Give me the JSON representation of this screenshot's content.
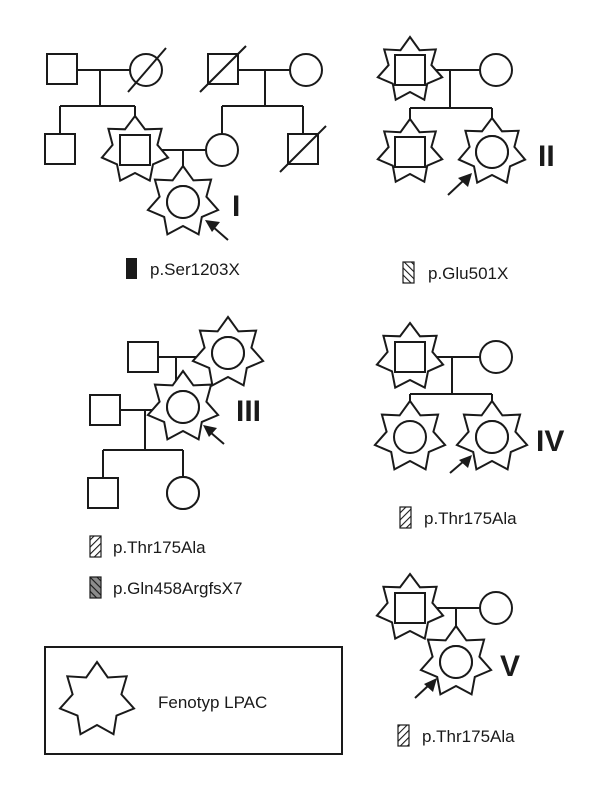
{
  "families": [
    {
      "id": "I",
      "numeral": "I"
    },
    {
      "id": "II",
      "numeral": "II"
    },
    {
      "id": "III",
      "numeral": "III"
    },
    {
      "id": "IV",
      "numeral": "IV"
    },
    {
      "id": "V",
      "numeral": "V"
    }
  ],
  "legend": {
    "ser1203x": "p.Ser1203X",
    "glu501x": "p.Glu501X",
    "thr175ala_iii": "p.Thr175Ala",
    "gln458": "p.Gln458ArgfsX7",
    "thr175ala_iv": "p.Thr175Ala",
    "thr175ala_v": "p.Thr175Ala",
    "phenotype": "Fenotyp LPAC"
  },
  "colors": {
    "ink": "#1a1a1a",
    "background": "#ffffff"
  }
}
